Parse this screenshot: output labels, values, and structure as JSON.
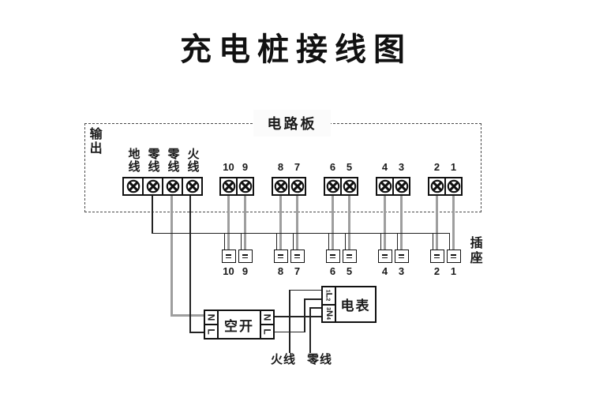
{
  "title": "充电桩接线图",
  "board": {
    "label": "电路板",
    "output_label": "输出",
    "output_terminals": [
      {
        "label": "地线"
      },
      {
        "label": "零线"
      },
      {
        "label": "零线"
      },
      {
        "label": "火线"
      }
    ],
    "channel_pairs": [
      [
        "10",
        "9"
      ],
      [
        "8",
        "7"
      ],
      [
        "6",
        "5"
      ],
      [
        "4",
        "3"
      ],
      [
        "2",
        "1"
      ]
    ]
  },
  "sockets": {
    "label": "插座",
    "numbers": [
      "10",
      "9",
      "8",
      "7",
      "6",
      "5",
      "4",
      "3",
      "2",
      "1"
    ]
  },
  "breaker": {
    "label": "空开",
    "left_terminals": [
      "N",
      "L"
    ],
    "right_terminals": [
      "N",
      "L"
    ]
  },
  "meter": {
    "label": "电表",
    "terminals": [
      {
        "d1": "1",
        "letter": "L",
        "d2": "2"
      },
      {
        "d1": "3",
        "letter": "N",
        "d2": "4"
      }
    ]
  },
  "mains": {
    "live_label": "火线",
    "neutral_label": "零线"
  },
  "colors": {
    "line": "#1a1a1a",
    "wire_gray": "#9e9e9e",
    "background": "#ffffff"
  }
}
